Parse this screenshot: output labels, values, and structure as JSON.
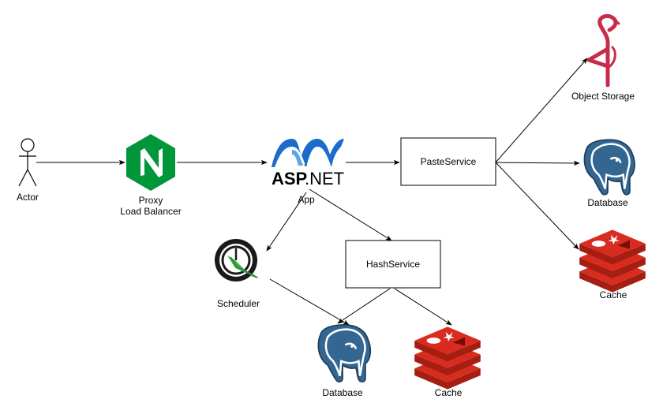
{
  "nodes": {
    "actor": {
      "label": "Actor",
      "icon": "stick-figure-icon"
    },
    "proxy": {
      "label_line1": "Proxy",
      "label_line2": "Load Balancer",
      "icon": "nginx-icon",
      "color": "#009639"
    },
    "app": {
      "logo_text_bold": "ASP",
      "logo_text_rest": ".NET",
      "logo_tm": "™",
      "label": "App",
      "icon": "aspnet-logo",
      "color": "#1A6BCB"
    },
    "paste_service": {
      "label": "PasteService"
    },
    "hash_service": {
      "label": "HashService"
    },
    "scheduler": {
      "label": "Scheduler",
      "icon": "scheduler-clock-icon",
      "color": "#3DB54A"
    },
    "object_storage": {
      "label": "Object Storage",
      "icon": "minio-icon",
      "color": "#C72C48"
    },
    "database_right": {
      "label": "Database",
      "icon": "postgresql-icon",
      "color": "#336791"
    },
    "cache_right": {
      "label": "Cache",
      "icon": "redis-icon",
      "color": "#D82C20"
    },
    "database_bottom": {
      "label": "Database",
      "icon": "postgresql-icon",
      "color": "#336791"
    },
    "cache_bottom": {
      "label": "Cache",
      "icon": "redis-icon",
      "color": "#D82C20"
    }
  }
}
